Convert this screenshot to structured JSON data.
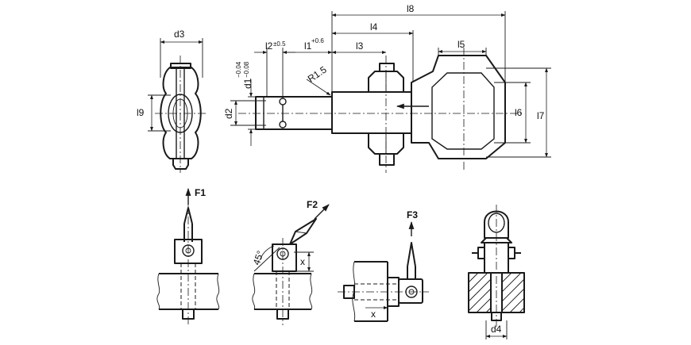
{
  "dimensions": {
    "d3": "d3",
    "l9": "l9",
    "d2": "d2",
    "d1": "d1",
    "d1_tol_upper": "−0.04",
    "d1_tol_lower": "−0.08",
    "l2": "l2",
    "l2_tol": "±0.5",
    "l1": "l1",
    "l1_tol": "+0.6",
    "l3": "l3",
    "l4": "l4",
    "l5": "l5",
    "l6": "l6",
    "l7": "l7",
    "l8": "l8",
    "radius": "R1.5",
    "d4": "d4"
  },
  "loads": {
    "f1": "F1",
    "f2": "F2",
    "f3": "F3",
    "angle": "45°",
    "x": "x"
  }
}
